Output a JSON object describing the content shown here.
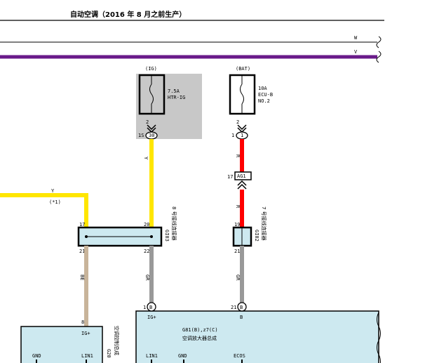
{
  "title": "自动空调（2016 年 8 月之前生产）",
  "top_bus": {
    "line1_label": "W",
    "line2_label": "V"
  },
  "fuse_ig": {
    "supply": "(IG)",
    "rating": "7.5A",
    "name": "HTR-IG",
    "pin_top": "2",
    "connector": "1S",
    "pin": "30"
  },
  "fuse_bat": {
    "supply": "(BAT)",
    "rating": "10A",
    "name": "ECU-B",
    "number": "NO.2",
    "pin_top": "2",
    "connector": "1",
    "pin": "1"
  },
  "wires": {
    "left_color": "Y",
    "left_note": "(*1)",
    "ig_color": "Y",
    "bat_color_upper": "R",
    "bat_color_lower": "R",
    "gio3_out_color": "GR",
    "gio2_out_color": "GR",
    "control_color": "BE"
  },
  "junction_ag1": {
    "num": "17",
    "label": "AG1"
  },
  "gio3": {
    "id": "GI03",
    "desc": "8 号接线连接器",
    "pin_tl": "17",
    "pin_tr": "20",
    "pin_bl": "21",
    "pin_br": "22"
  },
  "gio2": {
    "id": "GI02",
    "desc": "7 号接线连接器",
    "pin_top": "19",
    "pin_bottom": "21"
  },
  "control_assy": {
    "pin_top": "8",
    "pin_label": "IG+",
    "gnd": "GND",
    "lin": "LIN1",
    "id": "G20",
    "name": "空调控制总成"
  },
  "amplifier": {
    "pin_ig": "1",
    "pin_ig_conn": "B",
    "pin_b": "21",
    "pin_b_conn": "B",
    "label_ig": "IG+",
    "label_b": "B",
    "id": "G81(B),z7(C)",
    "name": "空调放大器总成",
    "lin": "LIN1",
    "gnd": "GND",
    "ecos": "ECOS"
  },
  "colors": {
    "purple": "#6a1b8a",
    "yellow": "#ffe600",
    "red": "#ff0000",
    "gray": "#999999",
    "beige": "#c8b49a",
    "box_fill": "#cde9f0",
    "fuse_shade": "#c8c8c8"
  }
}
